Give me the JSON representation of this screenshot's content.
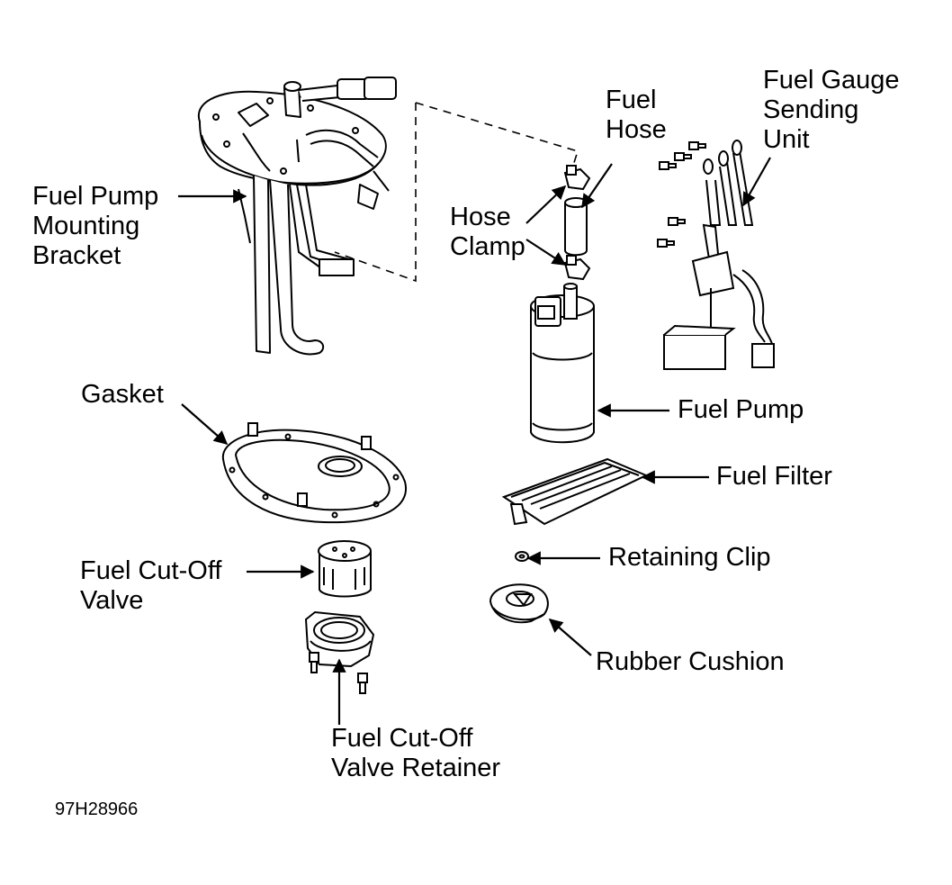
{
  "labels": {
    "fuel_pump_mounting_bracket": [
      "Fuel Pump",
      "Mounting",
      "Bracket"
    ],
    "gasket": "Gasket",
    "fuel_cut_off_valve": [
      "Fuel Cut-Off",
      "Valve"
    ],
    "fuel_cut_off_valve_retainer": [
      "Fuel Cut-Off",
      "Valve Retainer"
    ],
    "fuel_hose": [
      "Fuel",
      "Hose"
    ],
    "hose_clamp": [
      "Hose",
      "Clamp"
    ],
    "fuel_gauge_sending_unit": [
      "Fuel Gauge",
      "Sending",
      "Unit"
    ],
    "fuel_pump": "Fuel Pump",
    "fuel_filter": "Fuel Filter",
    "retaining_clip": "Retaining Clip",
    "rubber_cushion": "Rubber Cushion"
  },
  "figure_code": "97H28966"
}
